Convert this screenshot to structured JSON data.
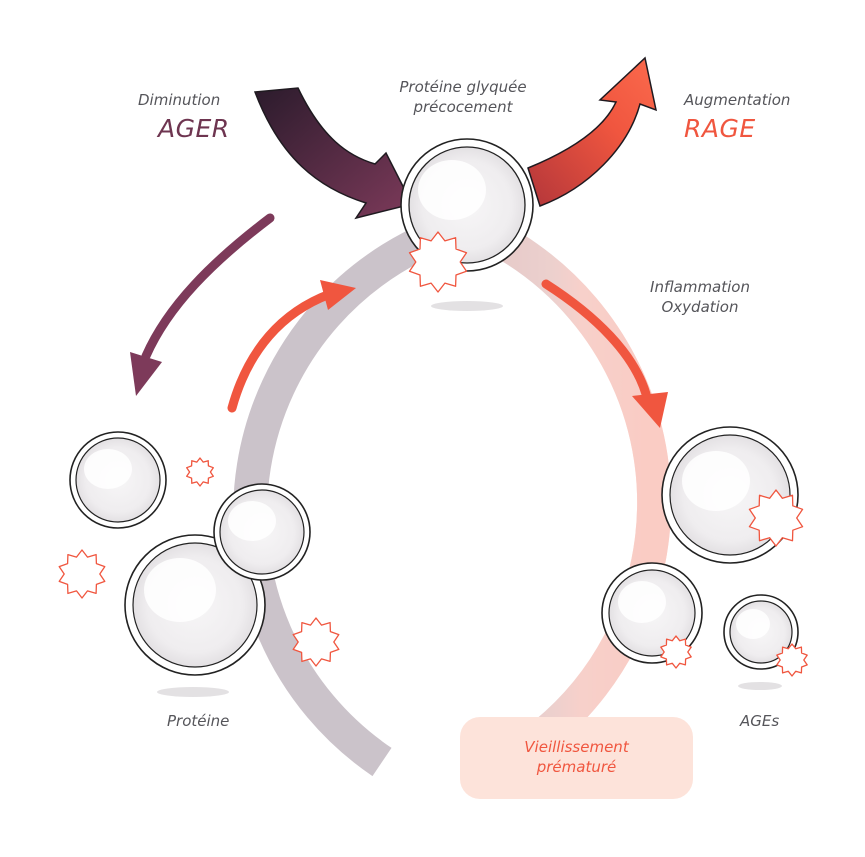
{
  "labels": {
    "diminution": "Diminution",
    "ager": "AGER",
    "augmentation": "Augmentation",
    "rage": "RAGE",
    "glyquee_line1": "Protéine glyquée",
    "glyquee_line2": "précocement",
    "inflammation": "Inflammation",
    "oxydation": "Oxydation",
    "proteine": "Protéine",
    "ages": "AGEs",
    "vieillissement_line1": "Vieillissement",
    "vieillissement_line2": "prématuré"
  },
  "colors": {
    "ager": "#6e3550",
    "rage": "#f0563f",
    "text": "#55555a",
    "pill_bg": "#fde3da",
    "ring_left": "#c9c2c9",
    "ring_right": "#f9cfc7"
  }
}
